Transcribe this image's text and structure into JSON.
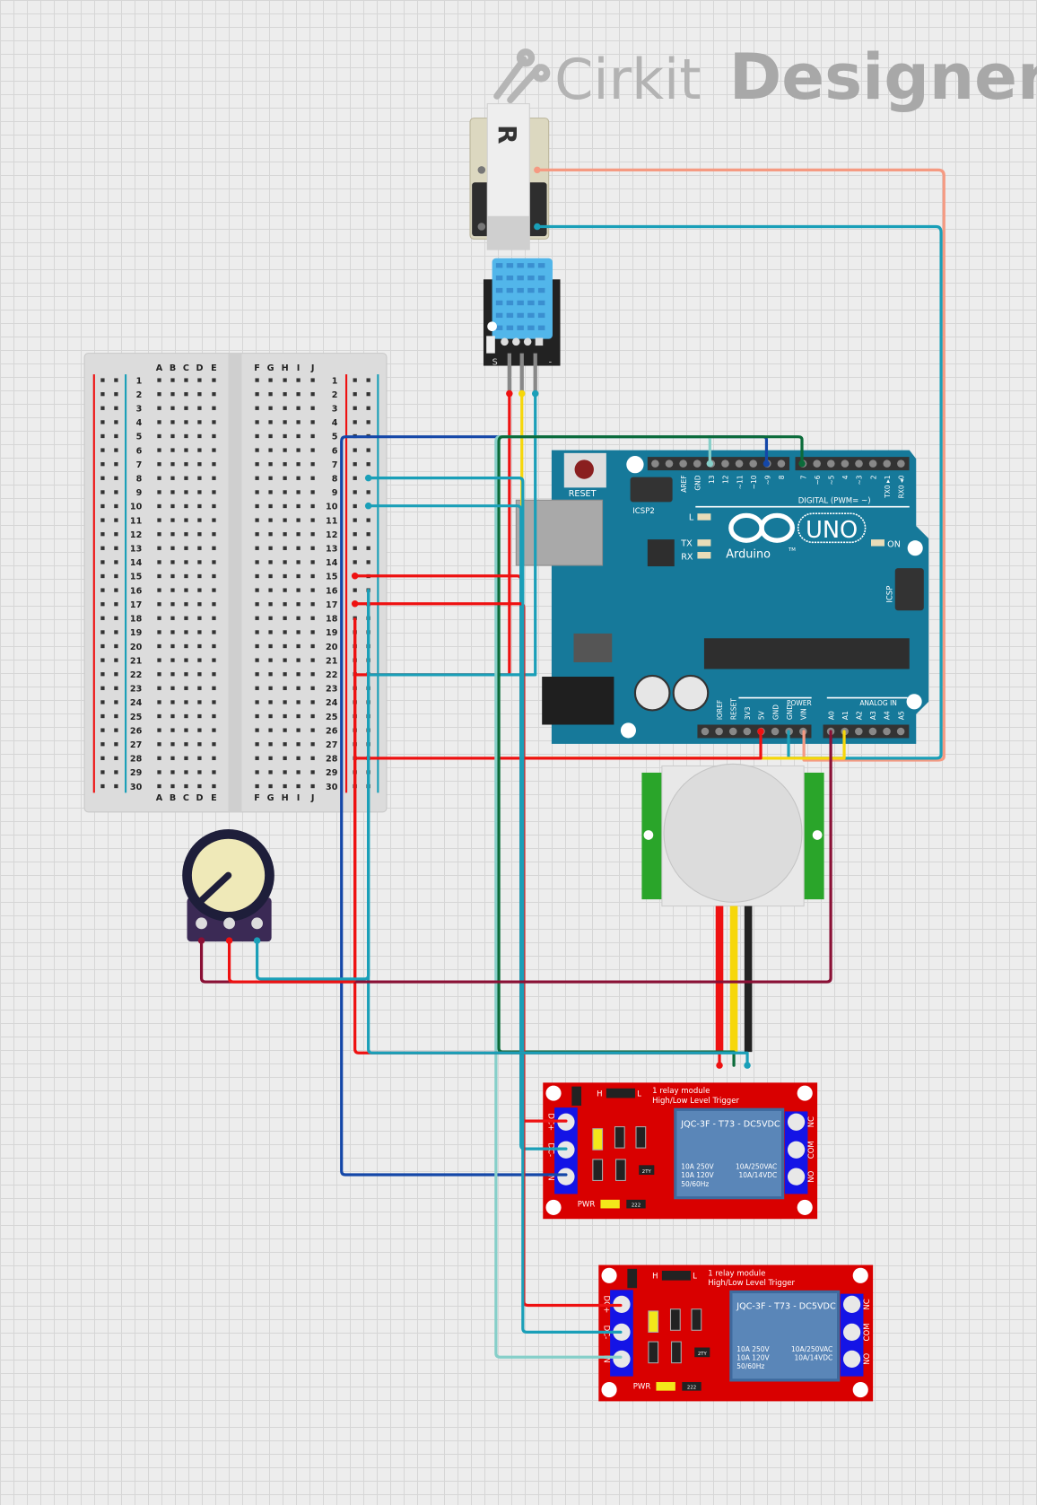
{
  "brand": {
    "name_light": "Cirkit",
    "name_bold": "Designer"
  },
  "breadboard": {
    "cols_left": [
      "A",
      "B",
      "C",
      "D",
      "E"
    ],
    "cols_right": [
      "F",
      "G",
      "H",
      "I",
      "J"
    ],
    "rows": 30
  },
  "arduino": {
    "reset_label": "RESET",
    "icsp2_label": "ICSP2",
    "icsp_label": "ICSP",
    "brand": "Arduino",
    "model": "UNO",
    "tm": "TM",
    "led_l": "L",
    "led_tx": "TX",
    "led_rx": "RX",
    "led_on": "ON",
    "digital_label": "DIGITAL (PWM= ~)",
    "power_label": "POWER",
    "analog_label": "ANALOG IN",
    "digital_pins": [
      "",
      "",
      "AREF",
      "GND",
      "13",
      "12",
      "~11",
      "~10",
      "~9",
      "8",
      "7",
      "~6",
      "~5",
      "4",
      "~3",
      "2",
      "TX0 ▸1",
      "RX0 ◂0"
    ],
    "power_pins": [
      "",
      "IOREF",
      "RESET",
      "3V3",
      "5V",
      "GND",
      "GND",
      "VIN"
    ],
    "analog_pins": [
      "A0",
      "A1",
      "A2",
      "A3",
      "A4",
      "A5"
    ]
  },
  "dht": {
    "s_label": "S",
    "minus_label": "-"
  },
  "relays": [
    {
      "title": "1 relay module",
      "subtitle": "High/Low Level Trigger",
      "h": "H",
      "l": "L",
      "relay_model": "JQC-3F - T73 - DC5VDC",
      "spec_left": [
        "10A 250V",
        "10A 120V",
        "50/60Hz"
      ],
      "spec_right": [
        "10A/250VAC",
        "10A/14VDC"
      ],
      "pins_left": [
        "DC+",
        "DC-",
        "IN"
      ],
      "pins_right": [
        "NC",
        "COM",
        "NO"
      ],
      "pwr": "PWR",
      "chip": "2TY",
      "resistor": "222"
    },
    {
      "title": "1 relay module",
      "subtitle": "High/Low Level Trigger",
      "h": "H",
      "l": "L",
      "relay_model": "JQC-3F - T73 - DC5VDC",
      "spec_left": [
        "10A 250V",
        "10A 120V",
        "50/60Hz"
      ],
      "spec_right": [
        "10A/250VAC",
        "10A/14VDC"
      ],
      "pins_left": [
        "DC+",
        "DC-",
        "IN"
      ],
      "pins_right": [
        "NC",
        "COM",
        "NO"
      ],
      "pwr": "PWR",
      "chip": "2TY",
      "resistor": "222"
    }
  ],
  "colors": {
    "grid": "#d6d6d6",
    "arduino": "#16799a",
    "relay": "#d90000",
    "terminal": "#1414e6",
    "breadboard": "#dcdcdc",
    "wire_red": "#ee1111",
    "wire_teal": "#1a9fb8",
    "wire_blue": "#1447a8",
    "wire_green": "#0b6b3a",
    "wire_lightteal": "#86cfc9",
    "wire_salmon": "#f59a82",
    "wire_yellow": "#f6d70a",
    "wire_maroon": "#8a1035"
  }
}
